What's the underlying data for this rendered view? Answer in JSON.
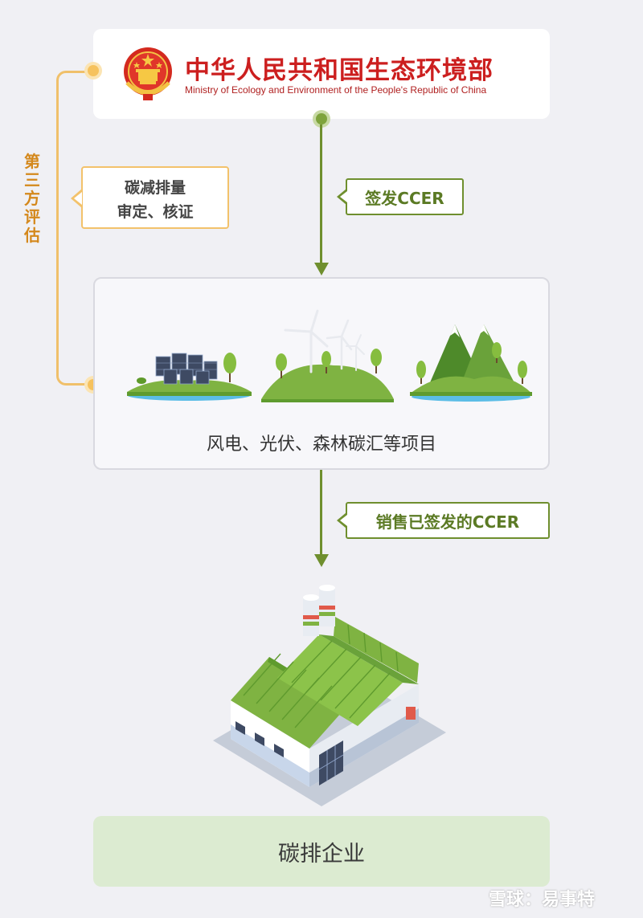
{
  "header": {
    "title_cn": "中华人民共和国生态环境部",
    "title_en": "Ministry of Ecology and Environment of the People's Republic of China"
  },
  "sidebar": {
    "label": "第三方评估"
  },
  "review": {
    "line1": "碳减排量",
    "line2": "审定、核证"
  },
  "step1": {
    "label": "签发CCER"
  },
  "projects": {
    "label": "风电、光伏、森林碳汇等项目"
  },
  "step2": {
    "label": "销售已签发的CCER"
  },
  "enterprise": {
    "label": "碳排企业"
  },
  "watermark": {
    "text": "雪球：易事特"
  },
  "colors": {
    "arrow_green": "#6f8f2e",
    "bracket_orange": "#f0c06a",
    "title_red": "#cc1f1f",
    "enterprise_bg": "#dcebd1"
  },
  "icons": [
    "national-emblem-icon",
    "solar-farm-icon",
    "wind-farm-icon",
    "forest-mountain-icon",
    "factory-icon"
  ]
}
